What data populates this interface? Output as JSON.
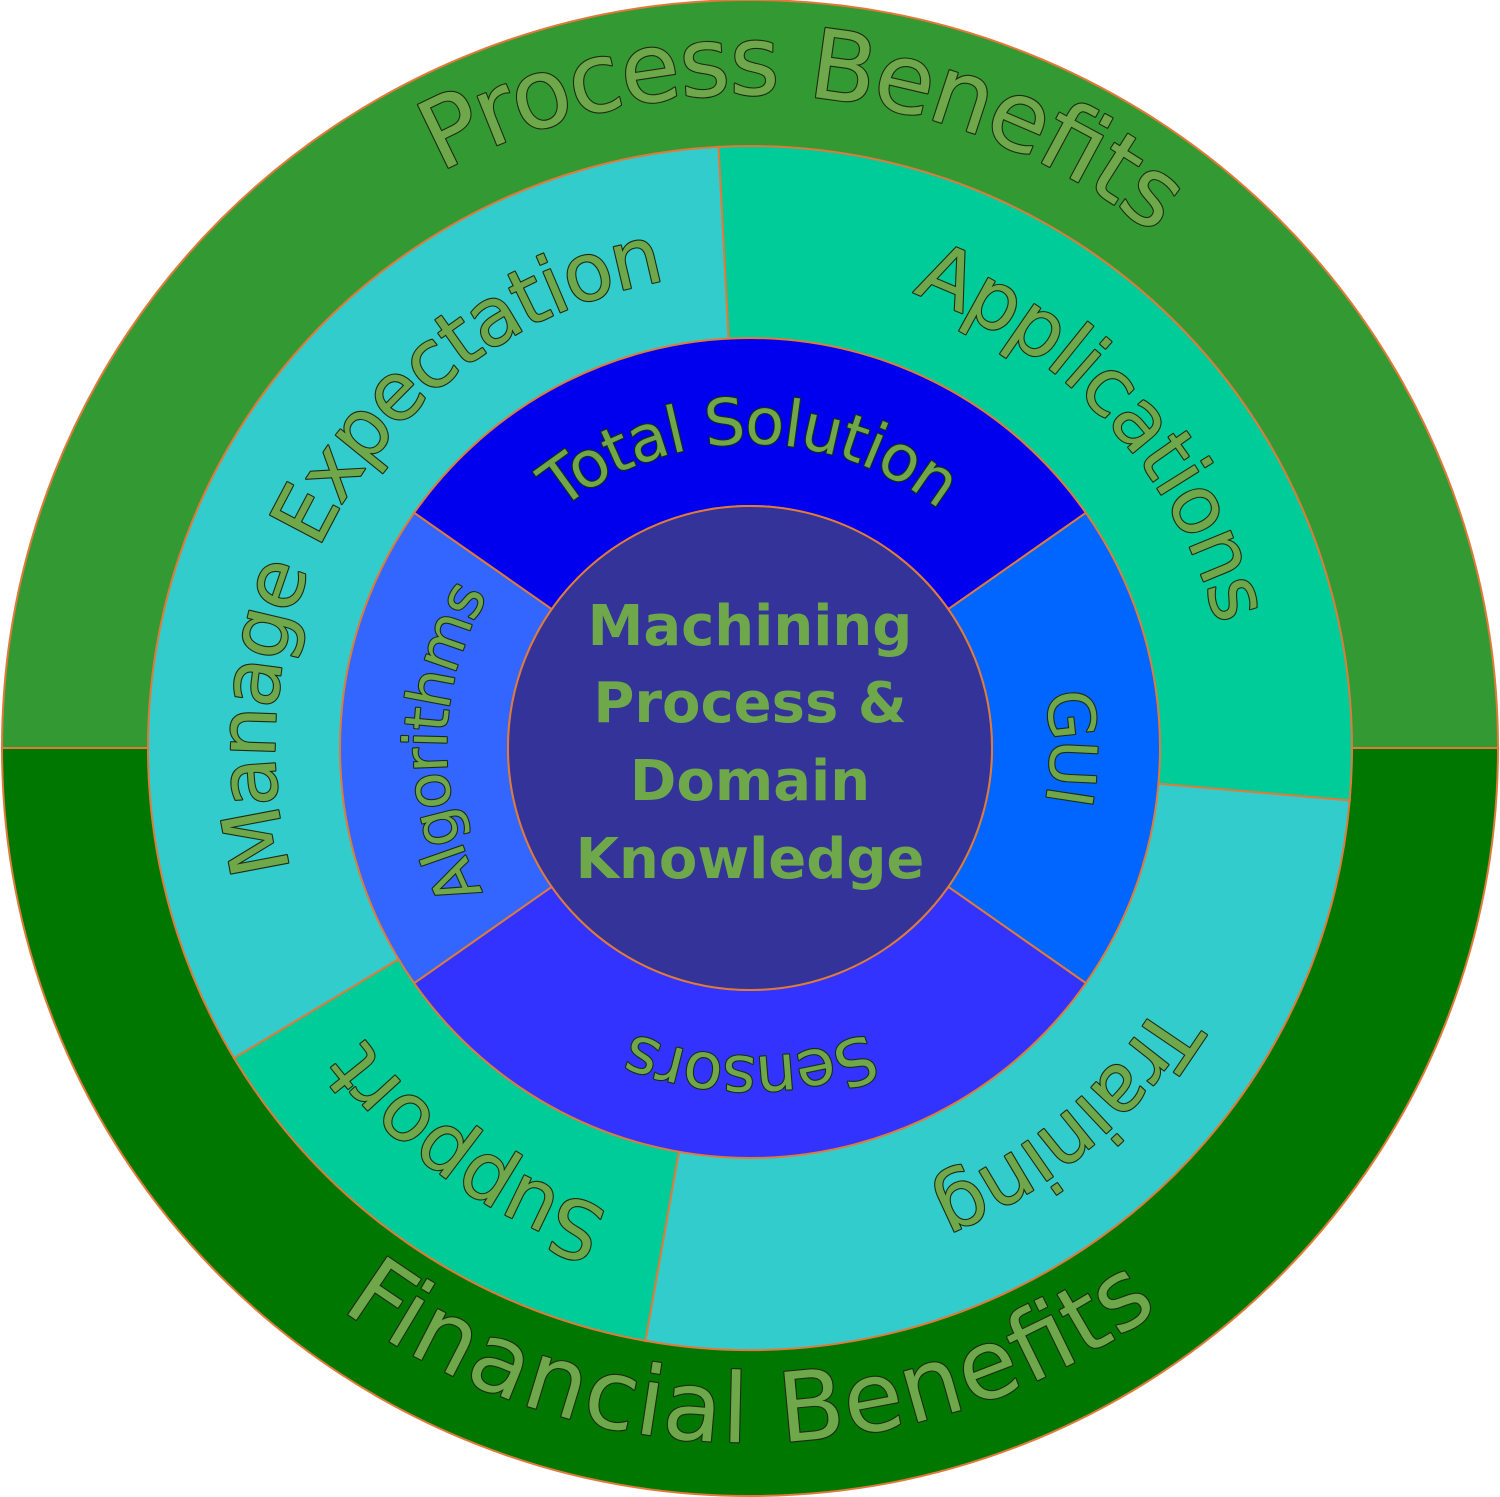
{
  "center": {
    "lines": [
      "Machining",
      "Process &",
      "Domain",
      "Knowledge"
    ],
    "color": "#333399"
  },
  "rings": [
    {
      "name": "inner",
      "segments": [
        {
          "id": "total-solution",
          "label": "Total Solution",
          "color": "#0000ee"
        },
        {
          "id": "gui",
          "label": "GUI",
          "color": "#0066ff"
        },
        {
          "id": "sensors",
          "label": "Sensors",
          "color": "#3333ff"
        },
        {
          "id": "algorithms",
          "label": "Algorithms",
          "color": "#3366ff"
        }
      ]
    },
    {
      "name": "middle",
      "segments": [
        {
          "id": "applications",
          "label": "Applications",
          "color": "#00cc99"
        },
        {
          "id": "training",
          "label": "Training",
          "color": "#33cccc"
        },
        {
          "id": "support",
          "label": "Support",
          "color": "#00cc99"
        },
        {
          "id": "manage-expectation",
          "label": "Manage Expectation",
          "color": "#33cccc"
        }
      ]
    },
    {
      "name": "outer",
      "segments": [
        {
          "id": "process-benefits",
          "label": "Process Benefits",
          "color": "#339933"
        },
        {
          "id": "financial-benefits",
          "label": "Financial Benefits",
          "color": "#007700"
        }
      ]
    }
  ],
  "border_color": "#e07a3a"
}
